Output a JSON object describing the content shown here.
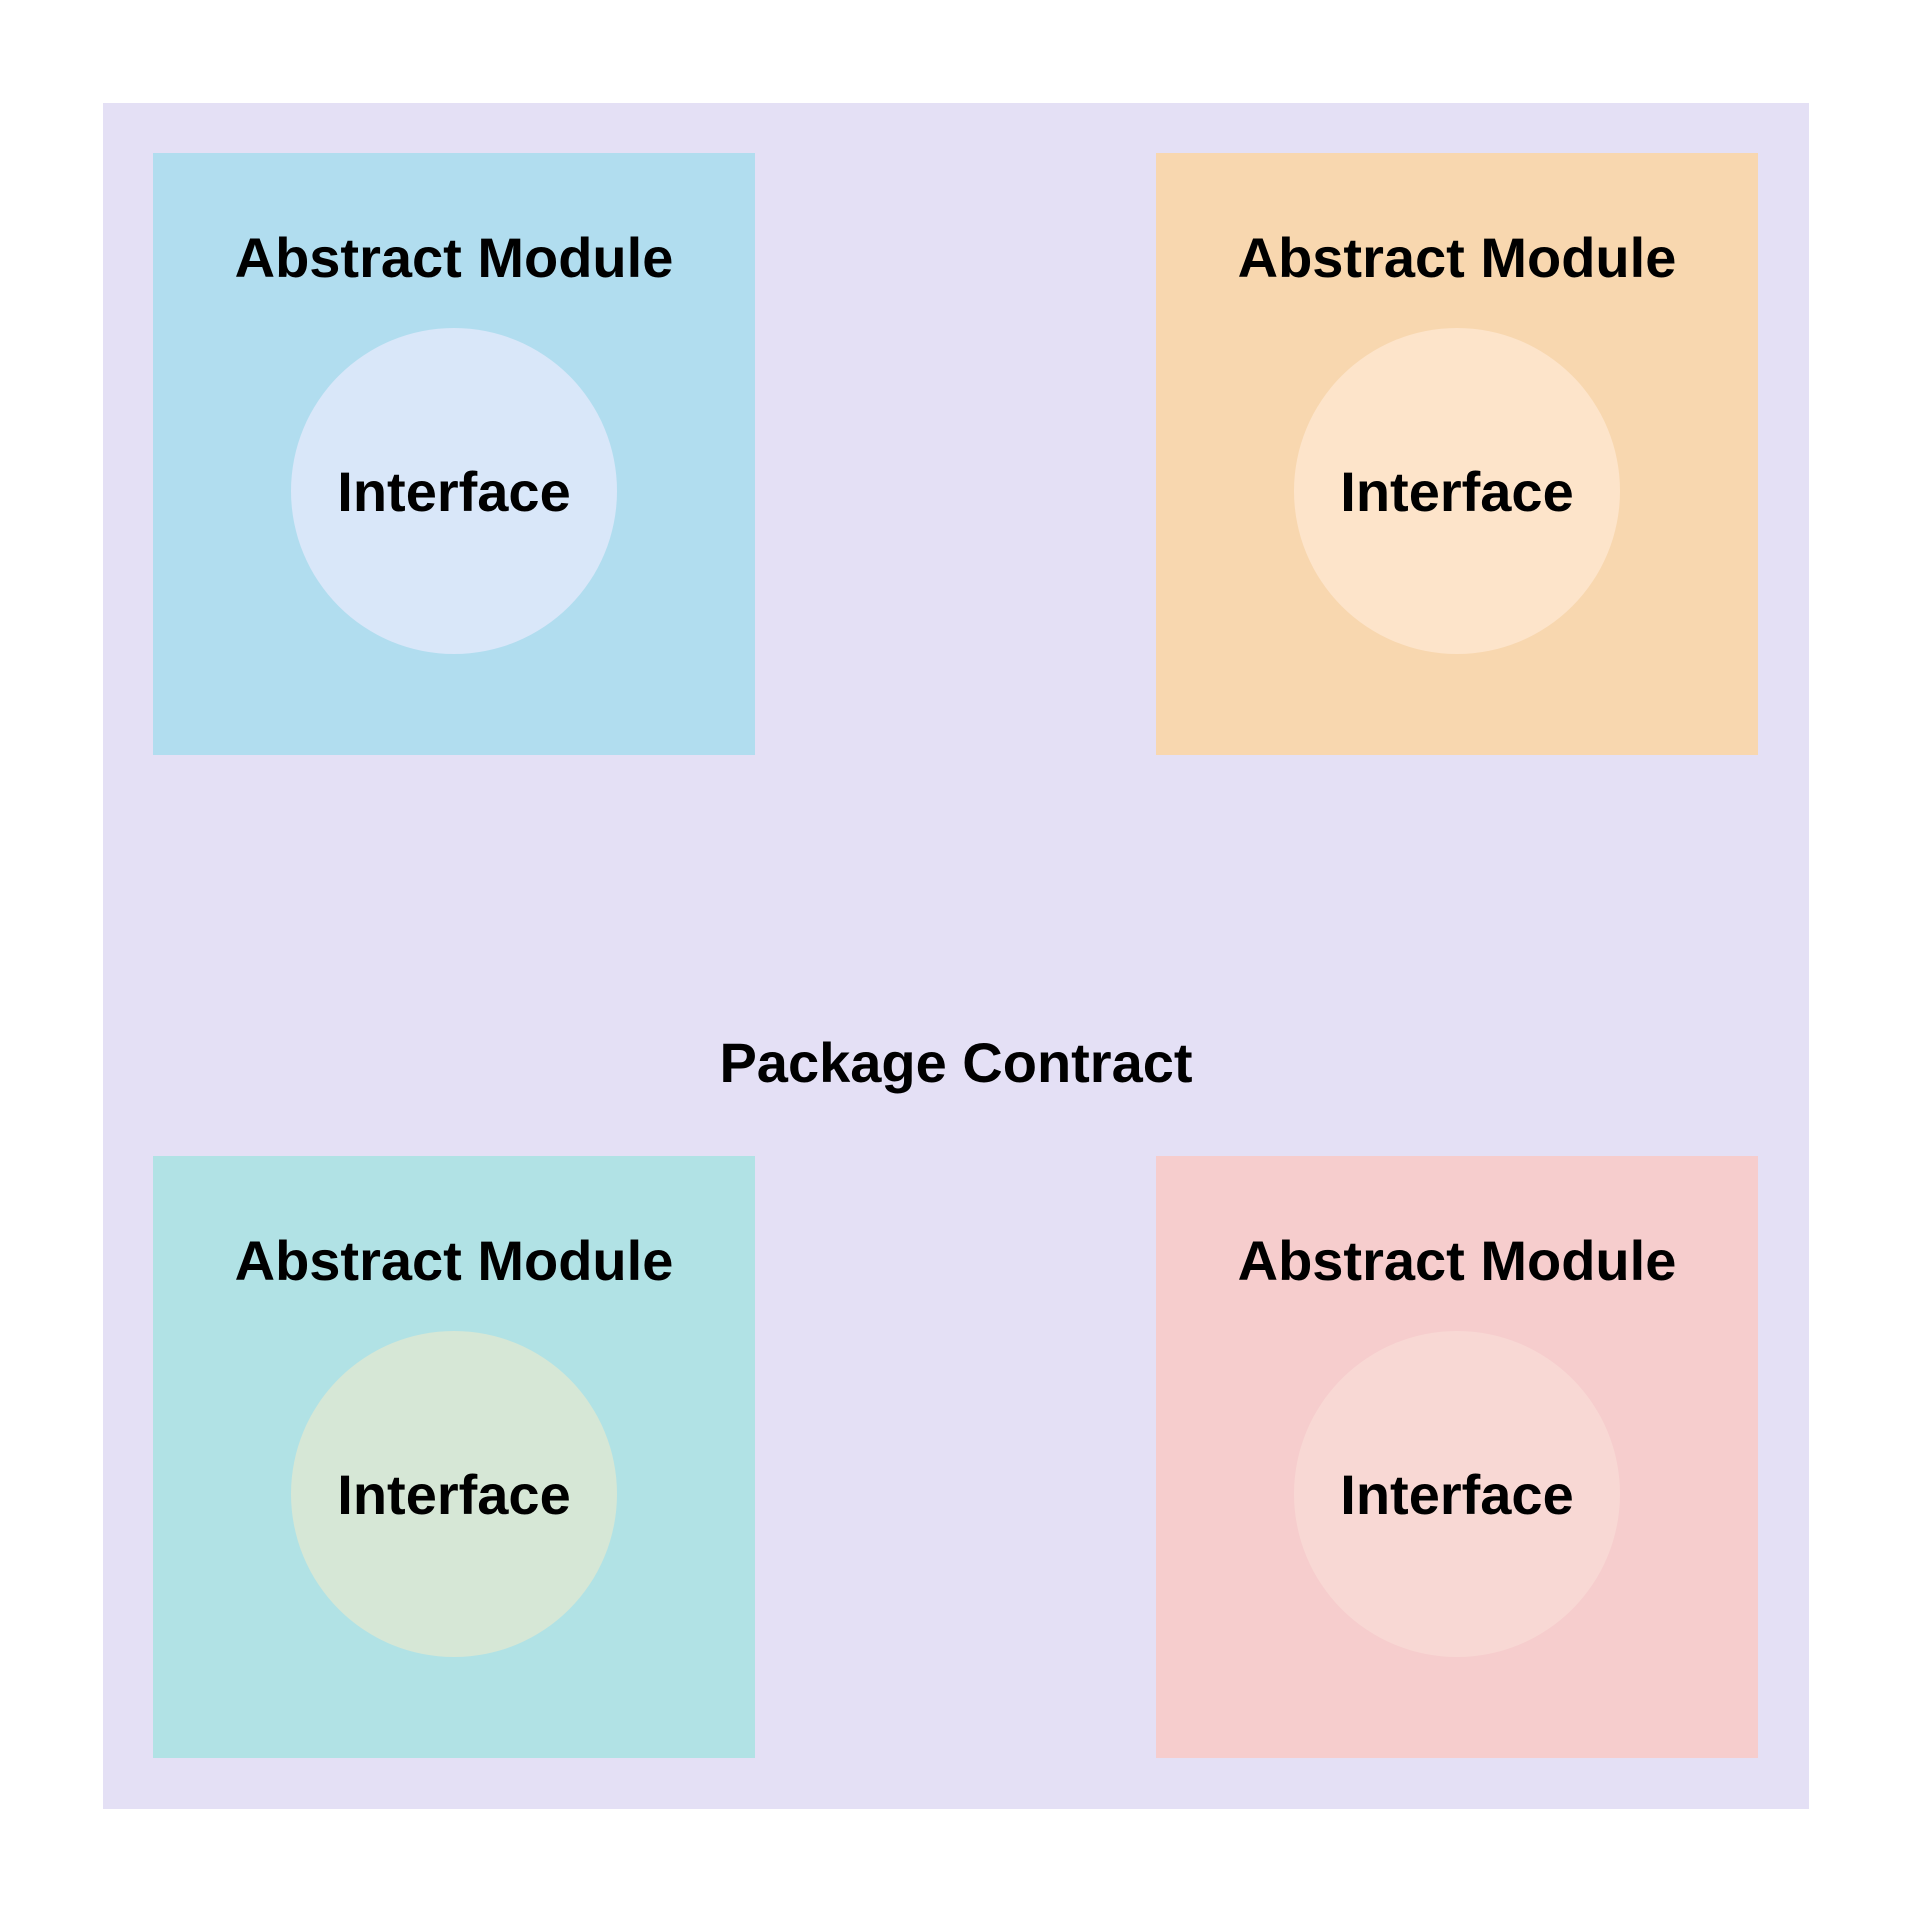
{
  "package": {
    "label": "Package Contract",
    "color": "#e4e0f5"
  },
  "modules": [
    {
      "title": "Abstract Module",
      "interface_label": "Interface",
      "color": "#b1ddef",
      "interface_color": "#d9e7f9"
    },
    {
      "title": "Abstract Module",
      "interface_label": "Interface",
      "color": "#f8d7af",
      "interface_color": "#fde4ca"
    },
    {
      "title": "Abstract Module",
      "interface_label": "Interface",
      "color": "#b1e2e5",
      "interface_color": "#d6e7d6"
    },
    {
      "title": "Abstract Module",
      "interface_label": "Interface",
      "color": "#f6cdcd",
      "interface_color": "#f8d8d4"
    }
  ]
}
